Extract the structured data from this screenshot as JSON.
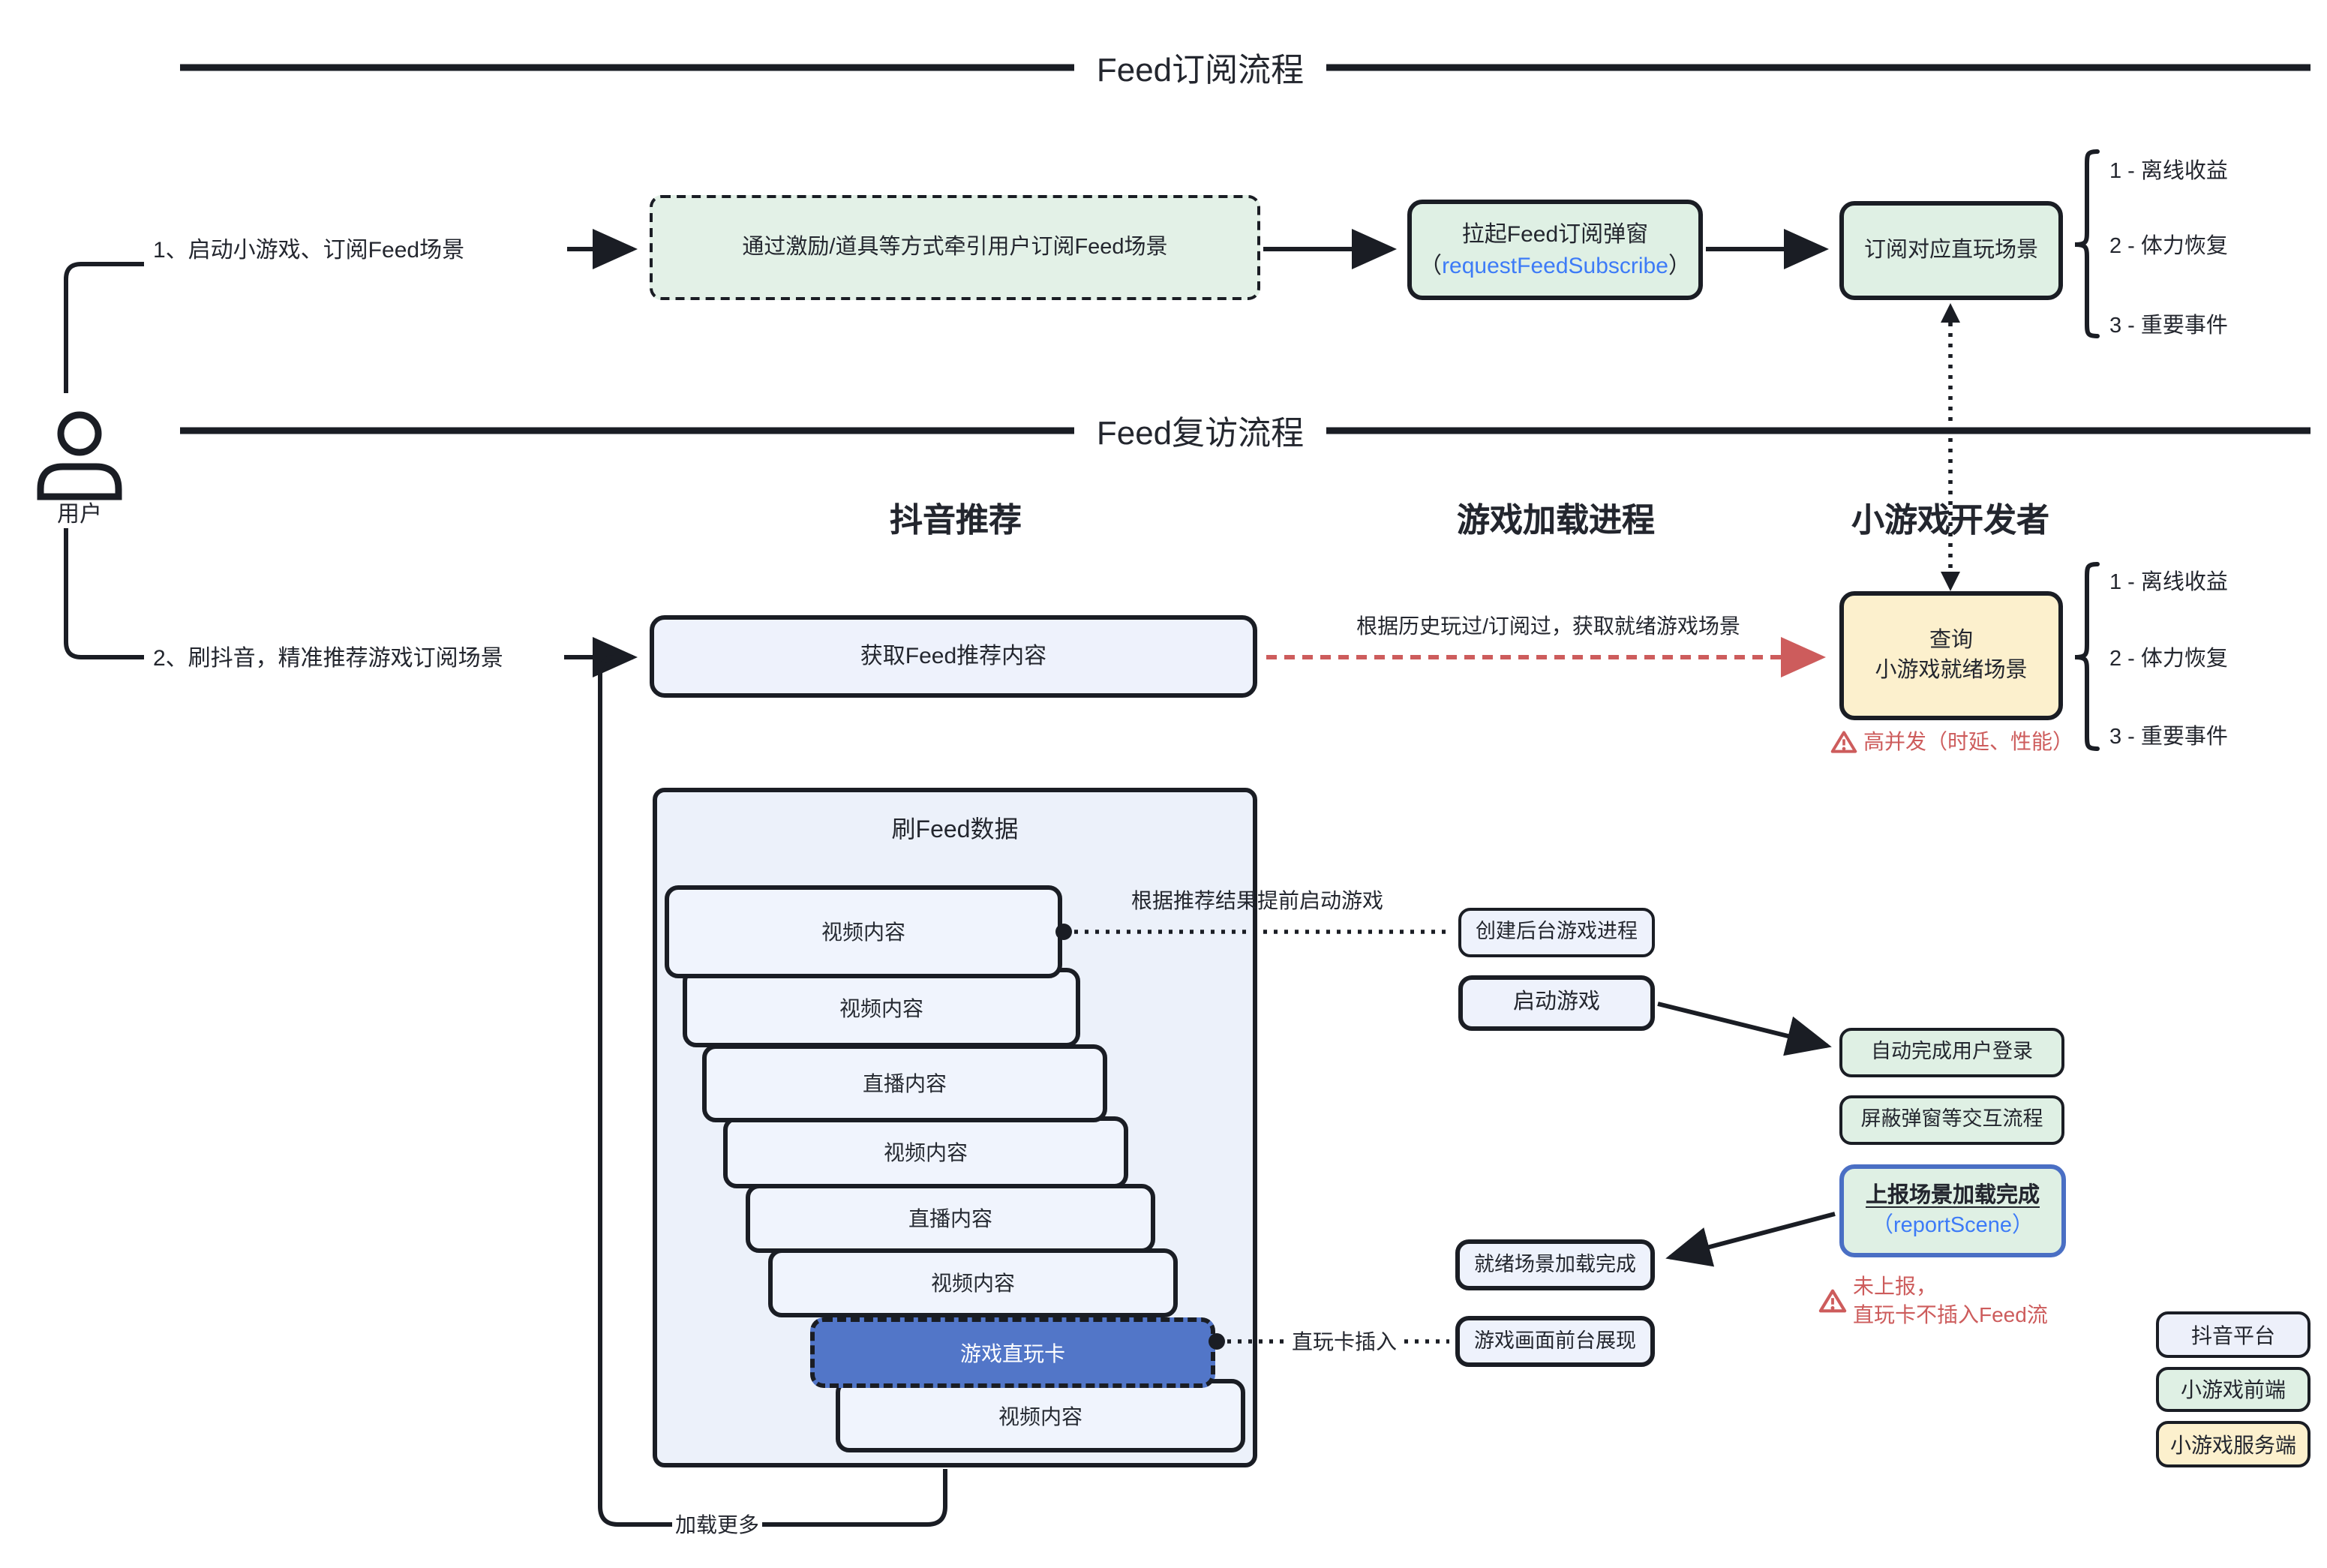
{
  "page": {
    "sections": {
      "subscribe_title": "Feed订阅流程",
      "revisit_title": "Feed复访流程"
    },
    "actor": {
      "label": "用户"
    },
    "columns": [
      "抖音推荐",
      "游戏加载进程",
      "小游戏开发者"
    ],
    "flow1": {
      "step_label": "1、启动小游戏、订阅Feed场景",
      "guide_box": "通过激励/道具等方式牵引用户订阅Feed场景",
      "popup_box": {
        "line1": "拉起Feed订阅弹窗",
        "paren_open": "（",
        "api": "requestFeedSubscribe",
        "paren_close": "）"
      },
      "subscribe_box": "订阅对应直玩场景",
      "scene_items": [
        "1 - 离线收益",
        "2 - 体力恢复",
        "3 - 重要事件"
      ]
    },
    "flow2": {
      "step_label": "2、刷抖音，精准推荐游戏订阅场景",
      "fetch_box": "获取Feed推荐内容",
      "query_arrow_label": "根据历史玩过/订阅过，获取就绪游戏场景",
      "query_box": {
        "line1": "查询",
        "line2": "小游戏就绪场景"
      },
      "query_warning": "高并发（时延、性能）",
      "scene_items": [
        "1 - 离线收益",
        "2 - 体力恢复",
        "3 - 重要事件"
      ],
      "feed_box_title": "刷Feed数据",
      "cards": [
        "视频内容",
        "视频内容",
        "直播内容",
        "视频内容",
        "直播内容",
        "视频内容",
        "游戏直玩卡",
        "视频内容"
      ],
      "preload_label": "根据推荐结果提前启动游戏",
      "create_process_box": "创建后台游戏进程",
      "launch_box": "启动游戏",
      "login_box": "自动完成用户登录",
      "block_box": "屏蔽弹窗等交互流程",
      "report_box": {
        "line1": "上报场景加载完成",
        "line2": "（reportScene）"
      },
      "report_warning_line1": "未上报，",
      "report_warning_line2": "直玩卡不插入Feed流",
      "ready_box": "就绪场景加载完成",
      "foreground_box": "游戏画面前台展现",
      "insert_label": "直玩卡插入",
      "load_more_label": "加载更多"
    },
    "legend": [
      "抖音平台",
      "小游戏前端",
      "小游戏服务端"
    ],
    "colors": {
      "ink": "#1a1d24",
      "green": "#dff0e4",
      "yellow": "#fcf0cd",
      "light_blue": "#eef2fc",
      "card_blue": "#5276c8",
      "accent_blue": "#3d7bf7",
      "red": "#cd5c5c"
    }
  }
}
